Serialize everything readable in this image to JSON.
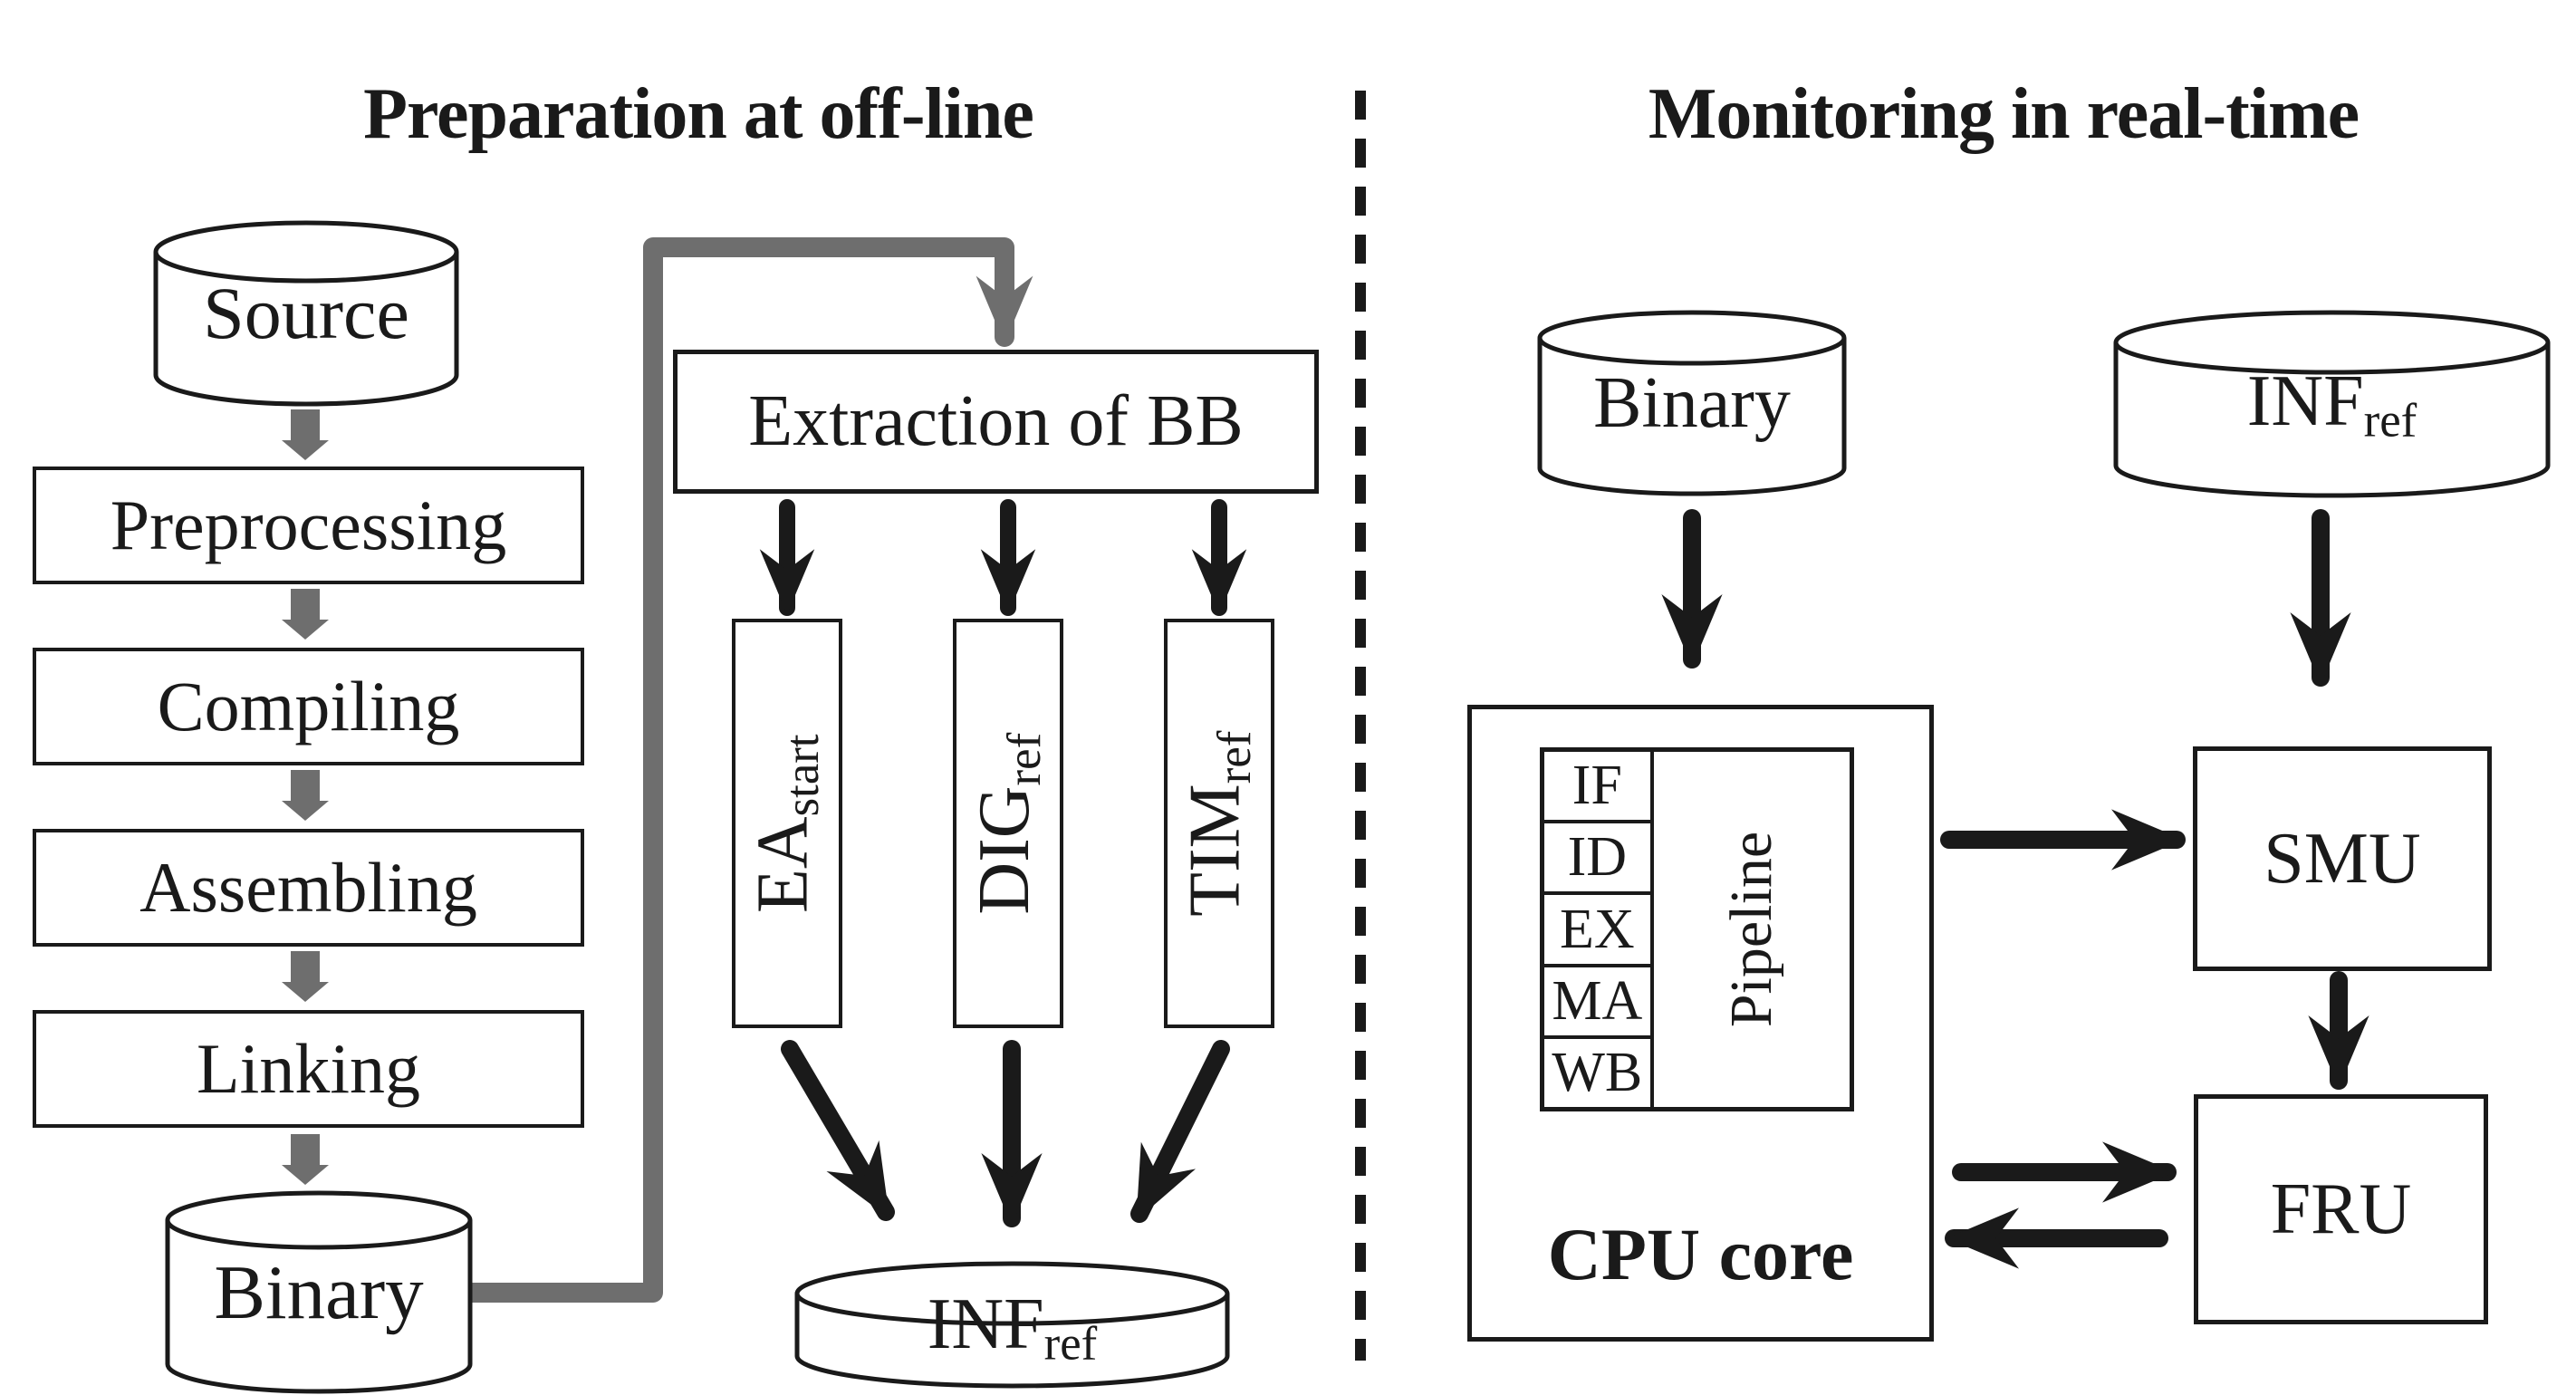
{
  "colors": {
    "ink": "#1a1a1a",
    "gray": "#6e6e6e",
    "background": "#ffffff"
  },
  "sections": {
    "offline": {
      "title": "Preparation at off-line",
      "source": "Source",
      "steps": [
        "Preprocessing",
        "Compiling",
        "Assembling",
        "Linking"
      ],
      "binary": "Binary",
      "extraction": "Extraction of BB",
      "outputs": [
        {
          "main": "EA",
          "sub": "start"
        },
        {
          "main": "DIG",
          "sub": "ref"
        },
        {
          "main": "TIM",
          "sub": "ref"
        }
      ],
      "inf": {
        "main": "INF",
        "sub": "ref"
      }
    },
    "realtime": {
      "title": "Monitoring in real-time",
      "binary": "Binary",
      "inf": {
        "main": "INF",
        "sub": "ref"
      },
      "cpu": "CPU core",
      "pipeline": {
        "label": "Pipeline",
        "stages": [
          "IF",
          "ID",
          "EX",
          "MA",
          "WB"
        ]
      },
      "smu": "SMU",
      "fru": "FRU"
    }
  }
}
